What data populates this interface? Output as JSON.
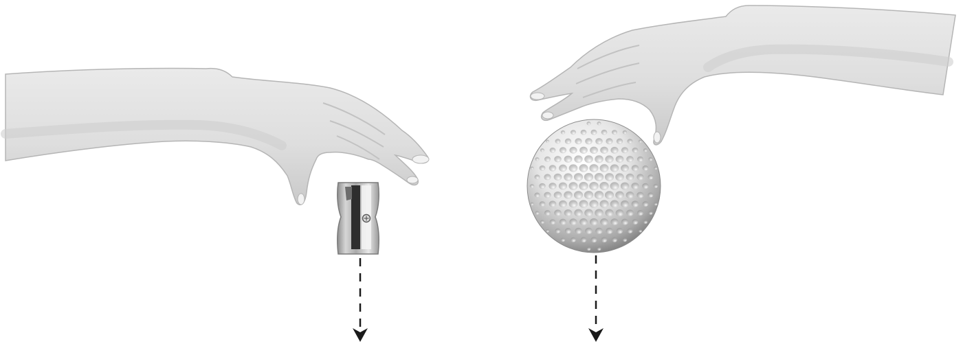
{
  "colors": {
    "background": "#ffffff",
    "hand_fill": "#e2e2e2",
    "hand_shade": "#cfcfcf",
    "hand_outline": "#b5b5b5",
    "sharpener_body": "#b9b9b9",
    "sharpener_dark": "#2e2e2e",
    "ball_light": "#f7f7f7",
    "ball_dark": "#6f6f6f",
    "arrow": "#1a1a1a"
  },
  "objects": [
    {
      "name": "pencil-sharpener",
      "icon": "sharpener-icon",
      "fall_direction": "down"
    },
    {
      "name": "golf-ball",
      "icon": "golf-ball-icon",
      "fall_direction": "down"
    }
  ]
}
